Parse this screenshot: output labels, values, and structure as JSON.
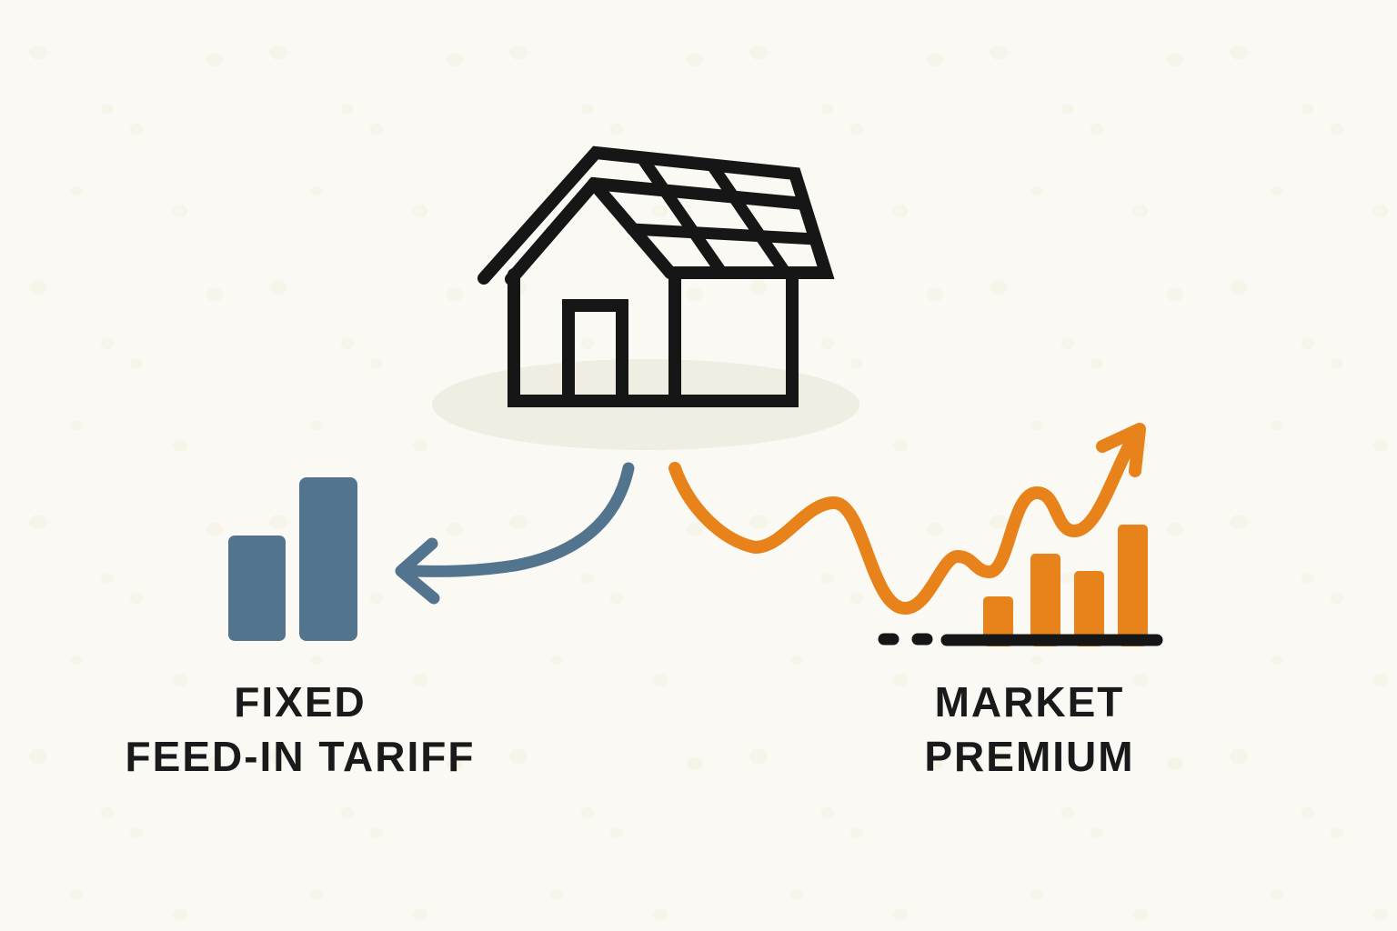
{
  "colors": {
    "background": "#FBF9F3",
    "speckle": "#F5F0E2",
    "ink": "#161616",
    "text": "#1A1A1A",
    "blue": "#53748F",
    "orange": "#E8821A",
    "shadow": "#F0EDE3"
  },
  "house": {
    "icon": "solar-panel-house"
  },
  "left_option": {
    "line1": "FIXED",
    "line2": "FEED-IN TARIFF"
  },
  "right_option": {
    "line1": "MARKET",
    "line2": "PREMIUM"
  }
}
